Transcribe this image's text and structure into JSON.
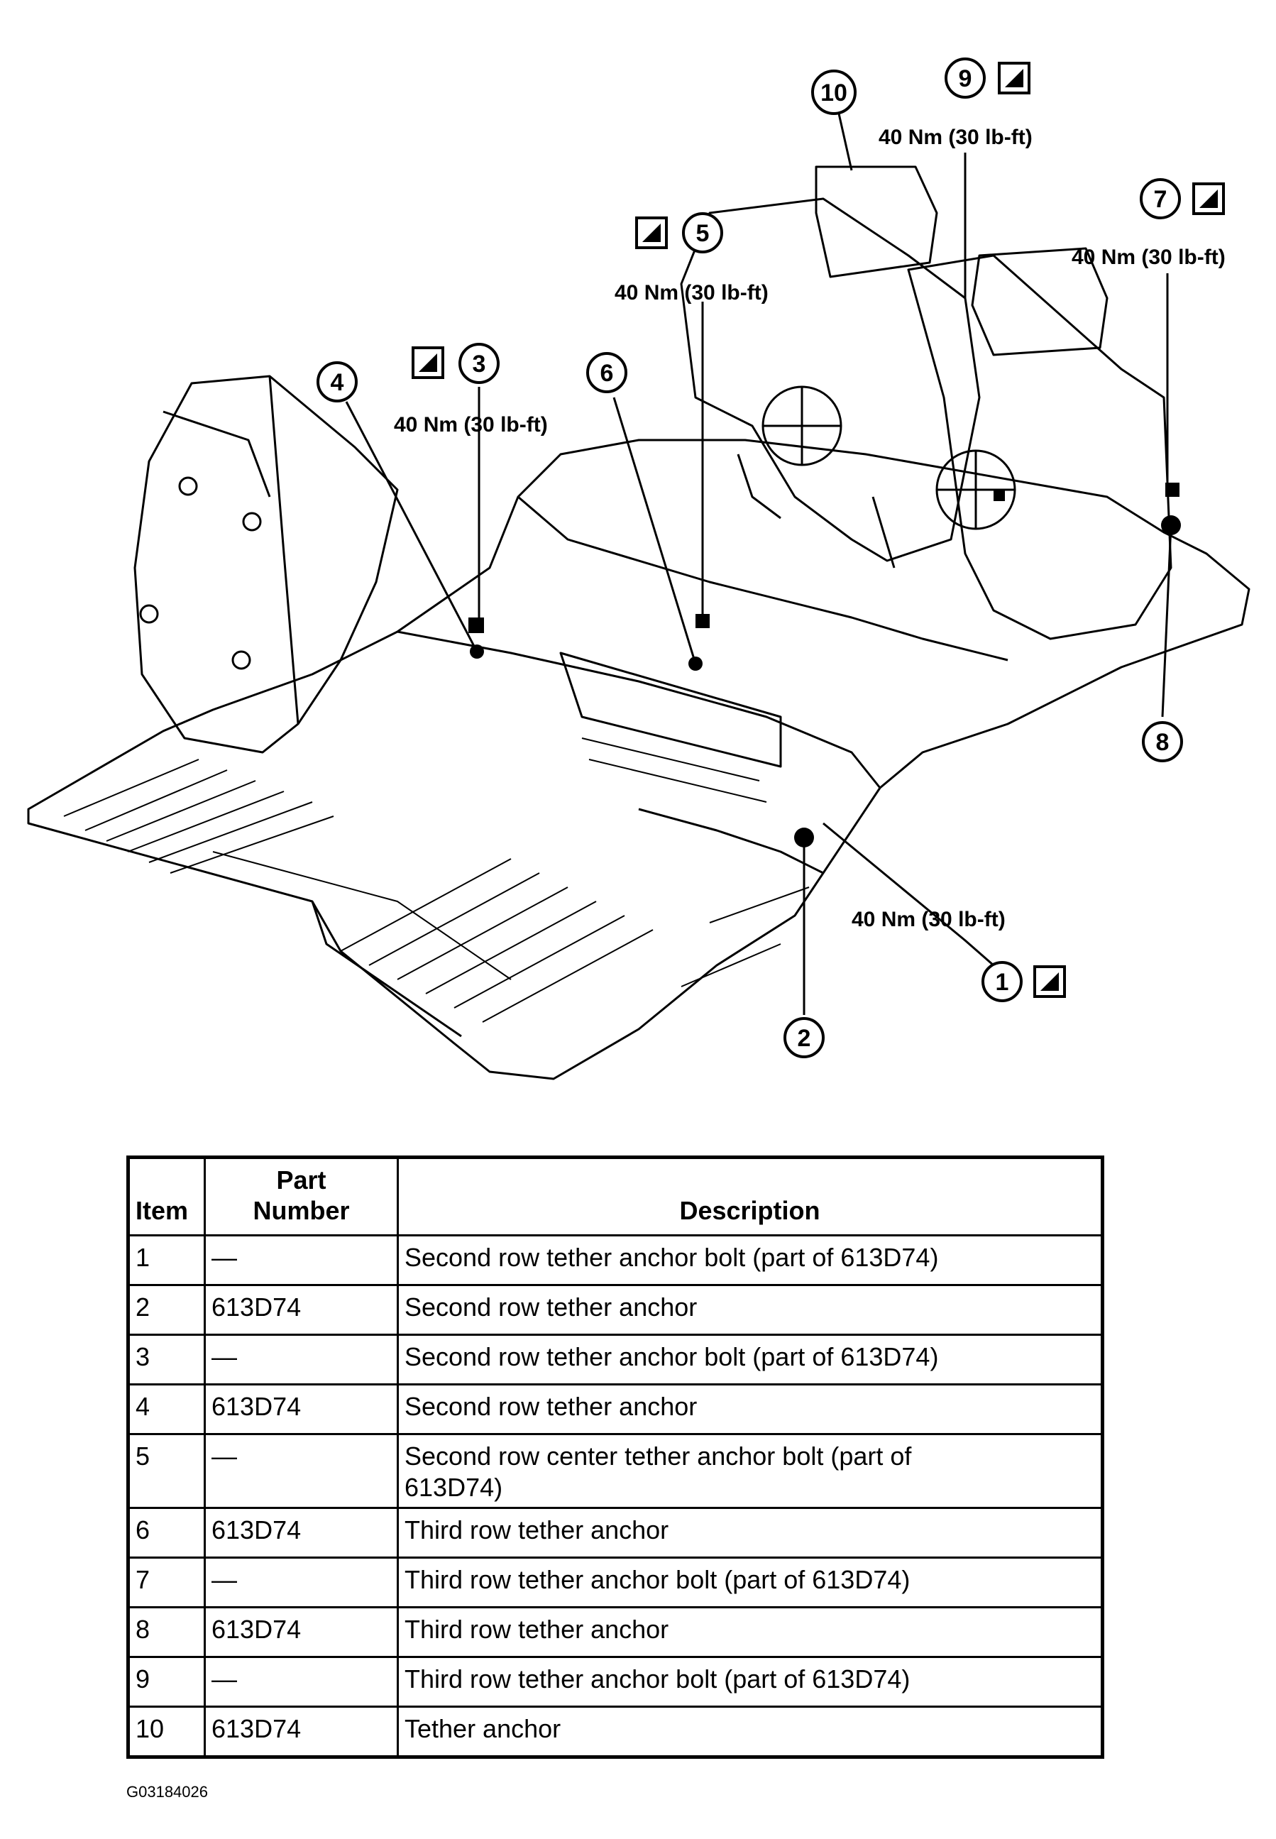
{
  "diagram": {
    "callouts": [
      {
        "num": "1",
        "torque": "40 Nm (30 lb-ft)",
        "icon": "torque-wrench-icon"
      },
      {
        "num": "2"
      },
      {
        "num": "3",
        "torque": "40 Nm (30 lb-ft)",
        "icon": "torque-wrench-icon"
      },
      {
        "num": "4"
      },
      {
        "num": "5",
        "torque": "40 Nm (30 lb-ft)",
        "icon": "torque-wrench-icon"
      },
      {
        "num": "6"
      },
      {
        "num": "7",
        "torque": "40 Nm (30 lb-ft)",
        "icon": "torque-wrench-icon"
      },
      {
        "num": "8"
      },
      {
        "num": "9",
        "torque": "40 Nm (30 lb-ft)",
        "icon": "torque-wrench-icon"
      },
      {
        "num": "10"
      }
    ]
  },
  "table": {
    "headers": {
      "item": "Item",
      "part_number_1": "Part",
      "part_number_2": "Number",
      "description": "Description"
    },
    "rows": [
      {
        "item": "1",
        "part": "—",
        "desc": "Second row tether anchor bolt (part of 613D74)"
      },
      {
        "item": "2",
        "part": "613D74",
        "desc": "Second row tether anchor"
      },
      {
        "item": "3",
        "part": "—",
        "desc": "Second row tether anchor bolt (part of 613D74)"
      },
      {
        "item": "4",
        "part": "613D74",
        "desc": "Second row tether anchor"
      },
      {
        "item": "5",
        "part": "—",
        "desc": "Second row center tether anchor bolt (part of 613D74)"
      },
      {
        "item": "6",
        "part": "613D74",
        "desc": "Third row tether anchor"
      },
      {
        "item": "7",
        "part": "—",
        "desc": "Third row tether anchor bolt (part of 613D74)"
      },
      {
        "item": "8",
        "part": "613D74",
        "desc": "Third row tether anchor"
      },
      {
        "item": "9",
        "part": "—",
        "desc": "Third row tether anchor bolt (part of 613D74)"
      },
      {
        "item": "10",
        "part": "613D74",
        "desc": "Tether anchor"
      }
    ]
  },
  "figure_id": "G03184026"
}
